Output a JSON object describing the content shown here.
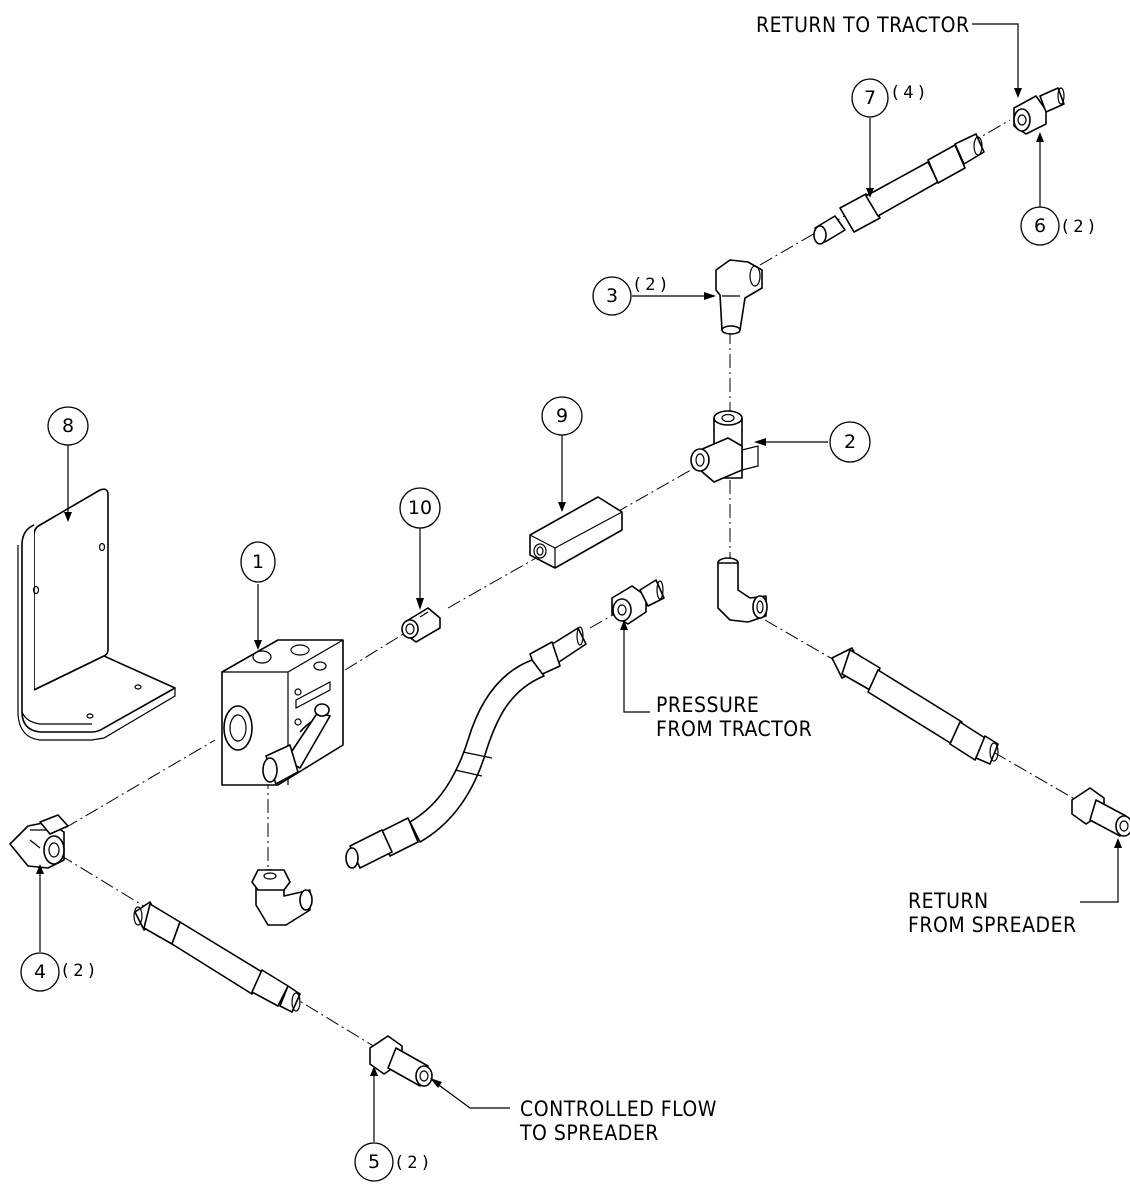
{
  "callouts": {
    "c1": {
      "num": "1",
      "qty": ""
    },
    "c2": {
      "num": "2",
      "qty": ""
    },
    "c3": {
      "num": "3",
      "qty": "(2)"
    },
    "c4": {
      "num": "4",
      "qty": "(2)"
    },
    "c5": {
      "num": "5",
      "qty": "(2)"
    },
    "c6": {
      "num": "6",
      "qty": "(2)"
    },
    "c7": {
      "num": "7",
      "qty": "(4)"
    },
    "c8": {
      "num": "8",
      "qty": ""
    },
    "c9": {
      "num": "9",
      "qty": ""
    },
    "c10": {
      "num": "10",
      "qty": ""
    }
  },
  "notes": {
    "return_to_tractor": "RETURN TO TRACTOR",
    "pressure_line1": "PRESSURE",
    "pressure_line2": "FROM TRACTOR",
    "return_spreader_line1": "RETURN",
    "return_spreader_line2": "FROM SPREADER",
    "controlled_line1": "CONTROLLED FLOW",
    "controlled_line2": "TO SPREADER"
  }
}
